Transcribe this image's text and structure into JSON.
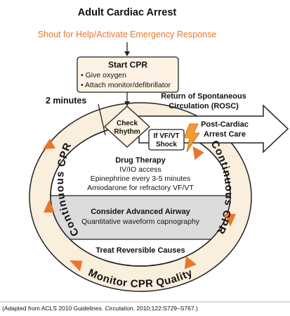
{
  "title": "Adult Cardiac Arrest",
  "shout": "Shout for Help/Activate Emergency Response",
  "start_cpr": {
    "heading": "Start CPR",
    "bullets": [
      "• Give oxygen",
      "• Attach monitor/defibrillator"
    ]
  },
  "two_minutes": "2 minutes",
  "rosc": {
    "line1": "Return of Spontaneous",
    "line2": "Circulation (ROSC)"
  },
  "check_rhythm": {
    "line1": "Check",
    "line2": "Rhythm"
  },
  "post_arrest": {
    "line1": "Post-Cardiac",
    "line2": "Arrest Care"
  },
  "shock_box": {
    "line1": "If VF/VT",
    "line2": "Shock"
  },
  "drug_therapy": {
    "heading": "Drug Therapy",
    "lines": [
      "IV/IO access",
      "Epinephrine every 3-5 minutes",
      "Amiodarone for refractory VF/VT"
    ]
  },
  "airway": {
    "heading": "Consider Advanced Airway",
    "line": "Quantitative waveform capnography"
  },
  "reversible": "Treat Reversible Causes",
  "ring_labels": {
    "left": "Continuous CPR",
    "right": "Continuous CPR",
    "bottom": "Monitor CPR Quality"
  },
  "citation": {
    "prefix": "(Adapted from ACLS 2010 Guidelines. ",
    "journal": "Circulation",
    "suffix": ". 2010;122:S729–S767.)"
  },
  "colors": {
    "orange": "#e8762b",
    "ring_fill": "#faeedd",
    "inner_fill": "#ffffff",
    "band_fill": "#dcdcdc",
    "box_fill": "#fdf2e4",
    "bolt": "#f29a2e"
  }
}
